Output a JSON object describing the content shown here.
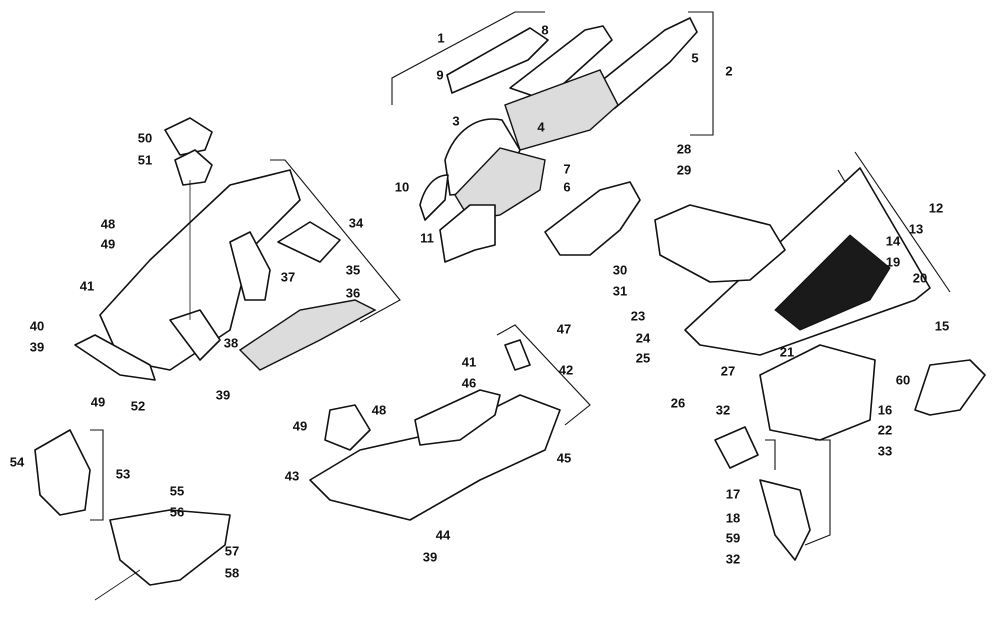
{
  "diagram": {
    "callouts": [
      {
        "id": "c1",
        "label": "1"
      },
      {
        "id": "c2",
        "label": "2"
      },
      {
        "id": "c3",
        "label": "3"
      },
      {
        "id": "c4",
        "label": "4"
      },
      {
        "id": "c5",
        "label": "5"
      },
      {
        "id": "c6",
        "label": "6"
      },
      {
        "id": "c7",
        "label": "7"
      },
      {
        "id": "c8",
        "label": "8"
      },
      {
        "id": "c9",
        "label": "9"
      },
      {
        "id": "c10",
        "label": "10"
      },
      {
        "id": "c11",
        "label": "11"
      },
      {
        "id": "c12",
        "label": "12"
      },
      {
        "id": "c13",
        "label": "13"
      },
      {
        "id": "c14",
        "label": "14"
      },
      {
        "id": "c15",
        "label": "15"
      },
      {
        "id": "c16",
        "label": "16"
      },
      {
        "id": "c17",
        "label": "17"
      },
      {
        "id": "c18",
        "label": "18"
      },
      {
        "id": "c19",
        "label": "19"
      },
      {
        "id": "c20",
        "label": "20"
      },
      {
        "id": "c21",
        "label": "21"
      },
      {
        "id": "c22",
        "label": "22"
      },
      {
        "id": "c23",
        "label": "23"
      },
      {
        "id": "c24",
        "label": "24"
      },
      {
        "id": "c25",
        "label": "25"
      },
      {
        "id": "c26",
        "label": "26"
      },
      {
        "id": "c27",
        "label": "27"
      },
      {
        "id": "c28",
        "label": "28"
      },
      {
        "id": "c29",
        "label": "29"
      },
      {
        "id": "c30",
        "label": "30"
      },
      {
        "id": "c31",
        "label": "31"
      },
      {
        "id": "c32a",
        "label": "32"
      },
      {
        "id": "c32b",
        "label": "32"
      },
      {
        "id": "c33",
        "label": "33"
      },
      {
        "id": "c34",
        "label": "34"
      },
      {
        "id": "c35",
        "label": "35"
      },
      {
        "id": "c36",
        "label": "36"
      },
      {
        "id": "c37",
        "label": "37"
      },
      {
        "id": "c38",
        "label": "38"
      },
      {
        "id": "c39a",
        "label": "39"
      },
      {
        "id": "c39b",
        "label": "39"
      },
      {
        "id": "c39c",
        "label": "39"
      },
      {
        "id": "c40",
        "label": "40"
      },
      {
        "id": "c41a",
        "label": "41"
      },
      {
        "id": "c41b",
        "label": "41"
      },
      {
        "id": "c42",
        "label": "42"
      },
      {
        "id": "c43",
        "label": "43"
      },
      {
        "id": "c44",
        "label": "44"
      },
      {
        "id": "c45",
        "label": "45"
      },
      {
        "id": "c46",
        "label": "46"
      },
      {
        "id": "c47",
        "label": "47"
      },
      {
        "id": "c48a",
        "label": "48"
      },
      {
        "id": "c48b",
        "label": "48"
      },
      {
        "id": "c49a",
        "label": "49"
      },
      {
        "id": "c49b",
        "label": "49"
      },
      {
        "id": "c49c",
        "label": "49"
      },
      {
        "id": "c50",
        "label": "50"
      },
      {
        "id": "c51",
        "label": "51"
      },
      {
        "id": "c52",
        "label": "52"
      },
      {
        "id": "c53",
        "label": "53"
      },
      {
        "id": "c54",
        "label": "54"
      },
      {
        "id": "c55",
        "label": "55"
      },
      {
        "id": "c56",
        "label": "56"
      },
      {
        "id": "c57",
        "label": "57"
      },
      {
        "id": "c58",
        "label": "58"
      },
      {
        "id": "c59",
        "label": "59"
      },
      {
        "id": "c60",
        "label": "60"
      }
    ]
  }
}
